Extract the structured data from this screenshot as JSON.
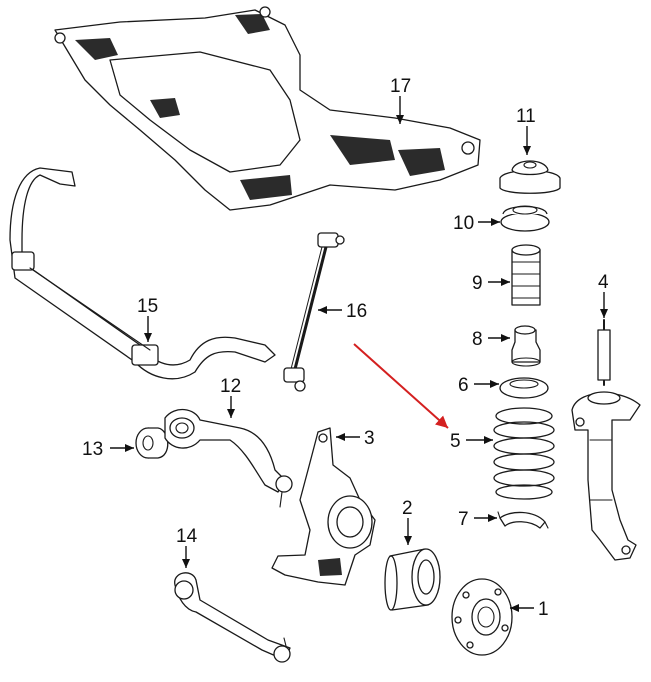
{
  "callouts": {
    "c1": "1",
    "c2": "2",
    "c3": "3",
    "c4": "4",
    "c5": "5",
    "c6": "6",
    "c7": "7",
    "c8": "8",
    "c9": "9",
    "c10": "10",
    "c11": "11",
    "c12": "12",
    "c13": "13",
    "c14": "14",
    "c15": "15",
    "c16": "16",
    "c17": "17"
  },
  "colors": {
    "line_art": "#1a1a1a",
    "highlight_arrow": "#d42020",
    "background": "#ffffff"
  },
  "highlighted_part": "5"
}
